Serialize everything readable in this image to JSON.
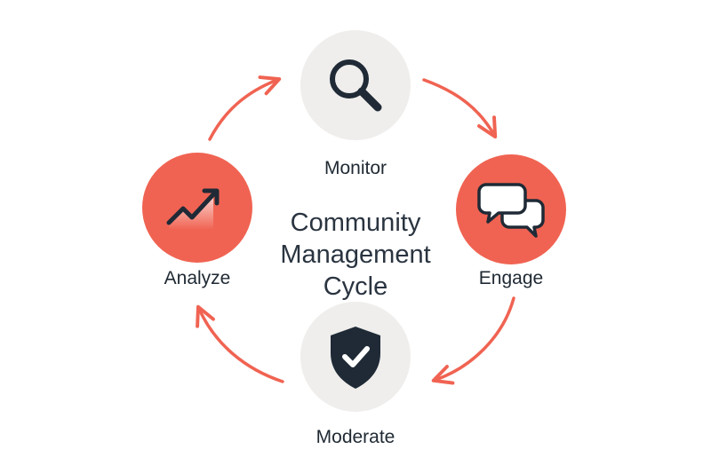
{
  "title_lines": [
    "Community",
    "Management",
    "Cycle"
  ],
  "stages": {
    "monitor": "Monitor",
    "engage": "Engage",
    "moderate": "Moderate",
    "analyze": "Analyze"
  },
  "icons": {
    "monitor": "magnifier-icon",
    "engage": "chat-bubbles-icon",
    "moderate": "shield-check-icon",
    "analyze": "trend-up-icon"
  },
  "colors": {
    "accent": "#f06352",
    "neutral_circle": "#efeeec",
    "icon_dark": "#1f2a36",
    "text": "#1f2933"
  }
}
